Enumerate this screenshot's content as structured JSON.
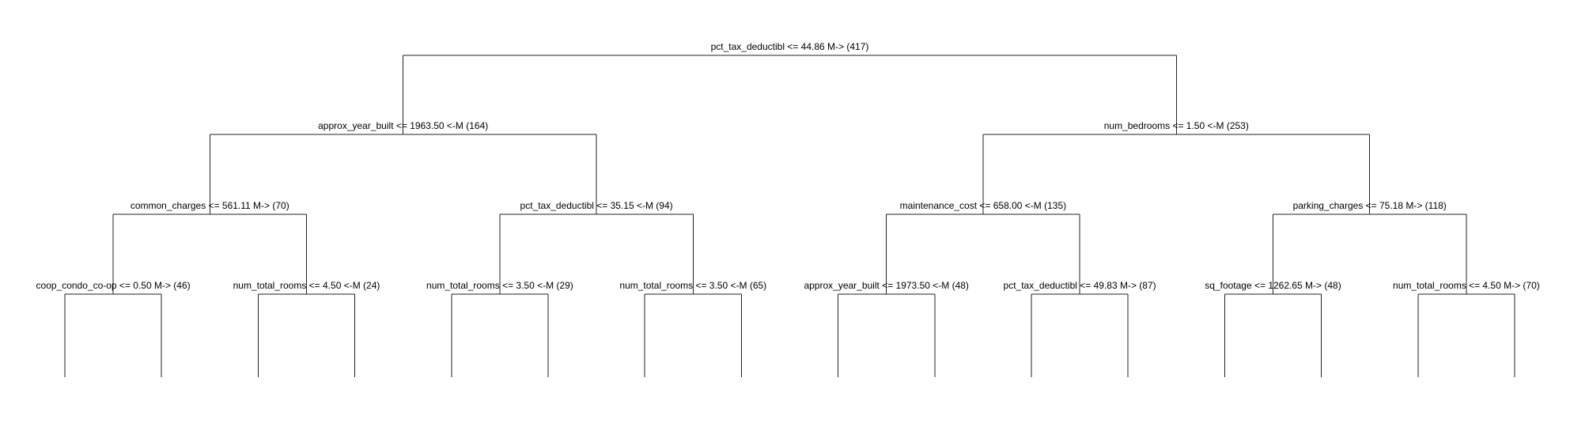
{
  "tree": {
    "root": {
      "label": "pct_tax_deductibl <= 44.86 M-> (417)",
      "left": {
        "label": "approx_year_built <= 1963.50 <-M (164)",
        "left": {
          "label": "common_charges <= 561.11 M-> (70)",
          "left": {
            "label": "coop_condo_co-op <= 0.50 M-> (46)"
          },
          "right": {
            "label": "num_total_rooms <= 4.50 <-M (24)"
          }
        },
        "right": {
          "label": "pct_tax_deductibl <= 35.15 <-M (94)",
          "left": {
            "label": "num_total_rooms <= 3.50 <-M (29)"
          },
          "right": {
            "label": "num_total_rooms <= 3.50 <-M (65)"
          }
        }
      },
      "right": {
        "label": "num_bedrooms <= 1.50 <-M (253)",
        "left": {
          "label": "maintenance_cost <= 658.00 <-M (135)",
          "left": {
            "label": "approx_year_built <= 1973.50 <-M (48)"
          },
          "right": {
            "label": "pct_tax_deductibl <= 49.83 M-> (87)"
          }
        },
        "right": {
          "label": "parking_charges <= 75.18 M-> (118)",
          "left": {
            "label": "sq_footage <= 1262.65 M-> (48)"
          },
          "right": {
            "label": "num_total_rooms <= 4.50 M-> (70)"
          }
        }
      }
    }
  }
}
